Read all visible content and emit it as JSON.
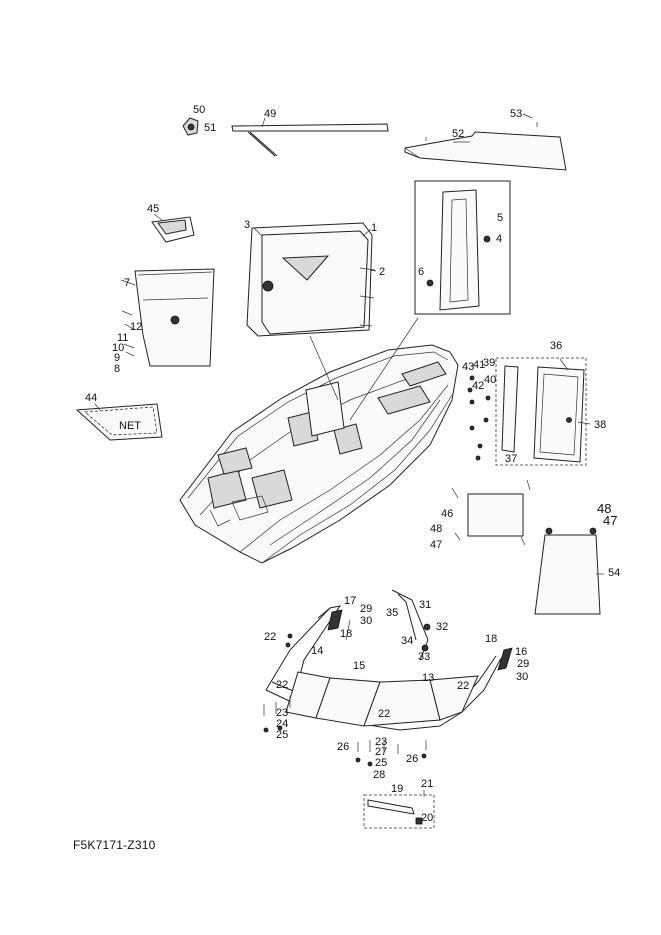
{
  "diagram_code": "F5K7171-Z310",
  "net_label": "NET",
  "callouts": [
    "1",
    "2",
    "3",
    "4",
    "5",
    "6",
    "7",
    "8",
    "9",
    "10",
    "11",
    "12",
    "13",
    "14",
    "15",
    "16",
    "17",
    "18",
    "19",
    "20",
    "21",
    "22",
    "23",
    "24",
    "25",
    "26",
    "27",
    "28",
    "29",
    "30",
    "31",
    "32",
    "33",
    "34",
    "35",
    "36",
    "37",
    "38",
    "39",
    "40",
    "41",
    "42",
    "43",
    "44",
    "45",
    "46",
    "47",
    "48",
    "49",
    "50",
    "51",
    "52",
    "53",
    "54"
  ]
}
